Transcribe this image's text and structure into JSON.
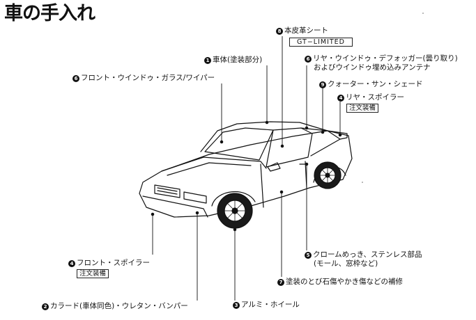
{
  "title": "車の手入れ",
  "labels": {
    "leather_seat": {
      "num": "8",
      "text": "本皮革シート",
      "tag": "GT−LIMITED"
    },
    "body": {
      "num": "1",
      "text": "車体(塗装部分)"
    },
    "rear_defogger": {
      "num": "6",
      "line1": "リヤ・ウインドゥ・デフォッガー(曇り取り)",
      "line2": "およびウインドゥ埋め込みアンテナ"
    },
    "front_window": {
      "num": "6",
      "text": "フロント・ウインドゥ・ガラス/ワイパー"
    },
    "quarter_shade": {
      "num": "9",
      "text": "クォーター・サン・シェード"
    },
    "rear_spoiler": {
      "num": "4",
      "text": "リヤ・スポイラー",
      "tag": "注文装備"
    },
    "front_spoiler": {
      "num": "4",
      "text": "フロント・スポイラー",
      "tag": "注文装備"
    },
    "chrome": {
      "num": "5",
      "line1": "クロームめっき、ステンレス部品",
      "line2": "(モール、窓枠など)"
    },
    "paint_repair": {
      "num": "7",
      "text": "塗装のとび石傷やかき傷などの補修"
    },
    "bumper": {
      "num": "2",
      "text": "カラード(車体同色)・ウレタン・バンパー"
    },
    "wheel": {
      "num": "3",
      "text": "アルミ・ホイール"
    }
  }
}
